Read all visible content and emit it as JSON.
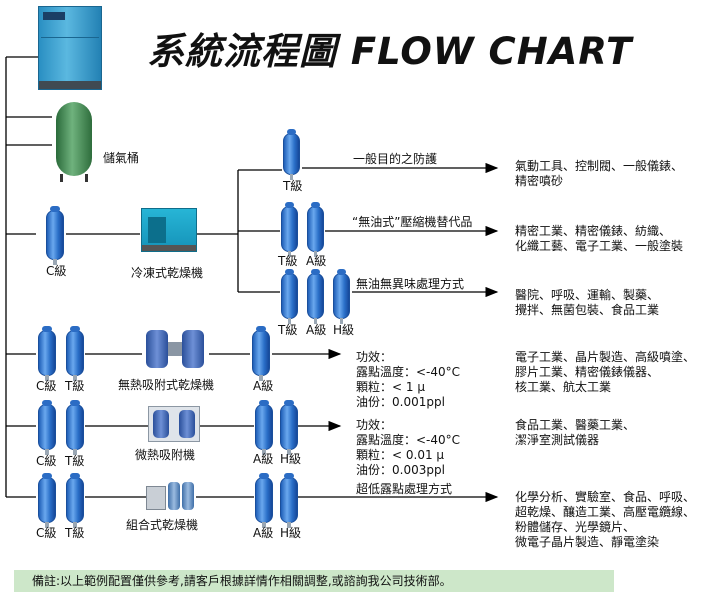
{
  "title": "系統流程圖 FLOW CHART",
  "equipment": {
    "compressor_label": "",
    "tank_label": "儲氣桶",
    "refrigerated_dryer": "冷凍式乾燥機",
    "heatless_dryer": "無熱吸附式乾燥機",
    "heated_dryer": "微熱吸附機",
    "combined_dryer": "組合式乾燥機"
  },
  "filters": {
    "C": "C級",
    "T": "T級",
    "A": "A級",
    "H": "H級"
  },
  "flows": {
    "general": "一般目的之防護",
    "oilfree": "“無油式”壓縮機替代品",
    "odorless": "無油無異味處理方式",
    "ultralow": "超低露點處理方式"
  },
  "specs": {
    "heatless": {
      "l1": "功效：",
      "l2": "露點溫度：<-40°C",
      "l3": "顆粒：< 1 μ",
      "l4": "油份：0.001ppl"
    },
    "heated": {
      "l1": "功效：",
      "l2": "露點溫度：<-40°C",
      "l3": "顆粒：< 0.01 μ",
      "l4": "油份：0.003ppl"
    }
  },
  "applications": {
    "general": {
      "l1": "氣動工具、控制閥、一般儀錶、",
      "l2": "精密噴砂"
    },
    "oilfree": {
      "l1": "精密工業、精密儀錶、紡織、",
      "l2": "化纖工藝、電子工業、一般塗裝"
    },
    "odorless": {
      "l1": "醫院、呼吸、運輸、製藥、",
      "l2": "攪拌、無菌包裝、食品工業"
    },
    "heatless": {
      "l1": "電子工業、晶片製造、高級噴塗、",
      "l2": "膠片工業、精密儀錶儀器、",
      "l3": "核工業、航太工業"
    },
    "heated": {
      "l1": "食品工業、醫藥工業、",
      "l2": "潔淨室測試儀器"
    },
    "ultralow": {
      "l1": "化學分析、實驗室、食品、呼吸、",
      "l2": "超乾燥、釀造工業、高壓電纜線、",
      "l3": "粉體儲存、光學鏡片、",
      "l4": "微電子晶片製造、靜電塗染"
    }
  },
  "note": "備註:以上範例配置僅供參考,請客戶根據詳情作相關調整,或諮詢我公司技術部。",
  "colors": {
    "filter_blue": "#2f74d0",
    "note_bg": "#cde7c9",
    "dryer_cyan": "#19a6c9"
  }
}
